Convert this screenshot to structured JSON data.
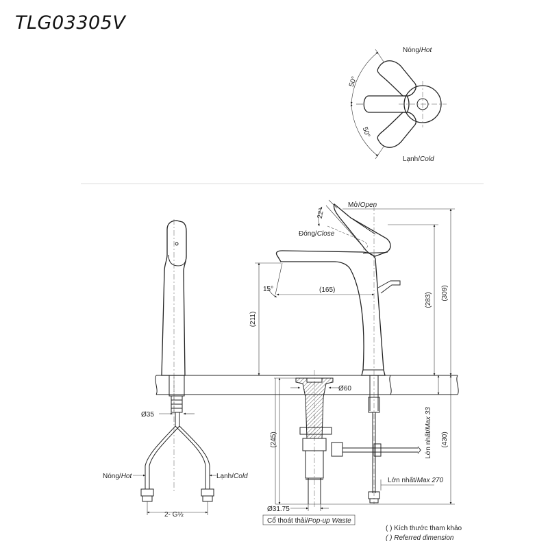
{
  "title": "TLG03305V",
  "top_view": {
    "angle_upper": "50°",
    "angle_lower": "50°",
    "hot_vi": "Nóng/",
    "hot_en": "Hot",
    "cold_vi": "Lạnh/",
    "cold_en": "Cold"
  },
  "elevation": {
    "open_vi": "Mở/",
    "open_en": "Open",
    "close_vi": "Đóng/",
    "close_en": "Close",
    "lever_angle": "22°",
    "spout_angle": "15°",
    "spout_reach": "(165)",
    "spout_height": "(211)",
    "lever_height": "(283)",
    "total_height": "(309)",
    "deck_hole": "Ø60",
    "popup_length": "(245)",
    "max_thickness_vi": "Lớn nhất/",
    "max_thickness_en": "Max 33",
    "below_deck": "(430)",
    "max_rod_vi": "Lớn nhất/",
    "max_rod_en": "Max 270",
    "waste_dia": "Ø31.75",
    "waste_vi": "Cổ thoát thải/",
    "waste_en": "Pop-up Waste"
  },
  "side_view": {
    "shank_dia": "Ø35",
    "hot_vi": "Nóng/",
    "hot_en": "Hot",
    "cold_vi": "Lạnh/",
    "cold_en": "Cold",
    "thread": "2- G½"
  },
  "legend": {
    "line1": "( ) Kích thước tham khảo",
    "line2": "( ) Referred dimension"
  }
}
